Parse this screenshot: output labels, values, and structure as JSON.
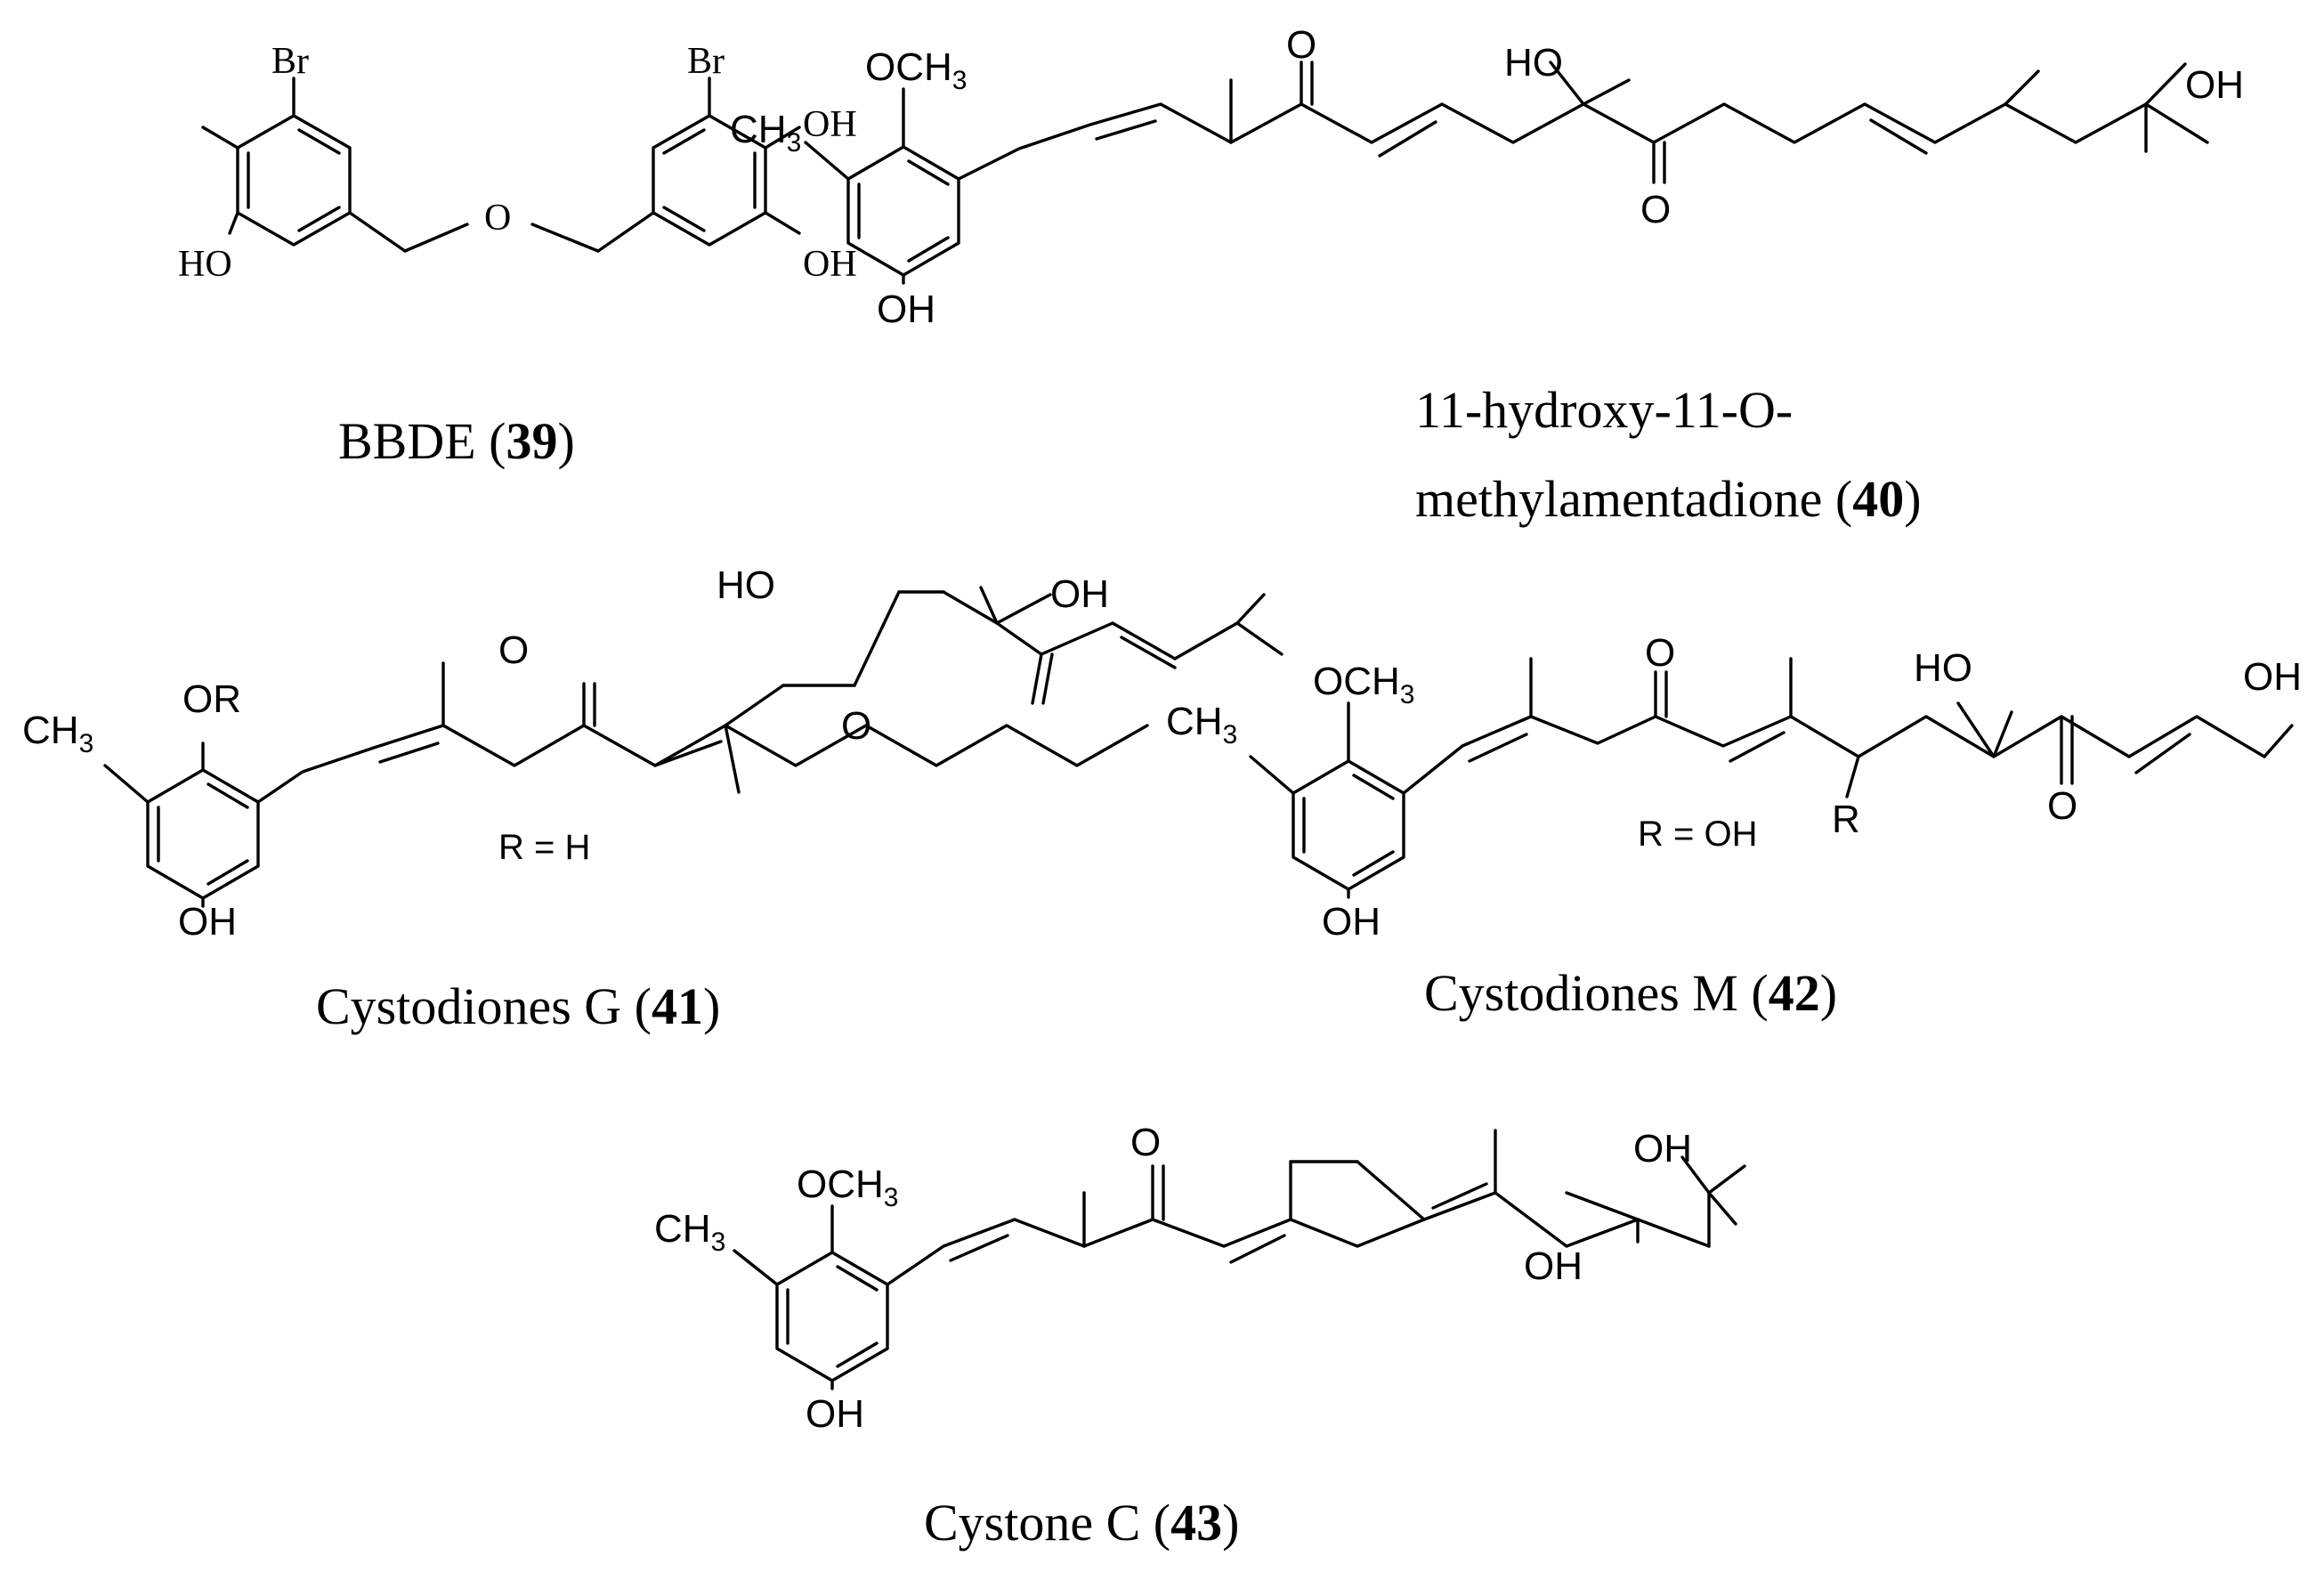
{
  "compounds": [
    {
      "id": "39",
      "caption_name": "BBDE (",
      "caption_number": "39",
      "caption_close": ")",
      "atoms": {
        "br_left": "Br",
        "br_right": "Br",
        "ho_left": "HO",
        "o_ether": "O",
        "oh_top": "OH",
        "oh_bottom": "OH"
      }
    },
    {
      "id": "40",
      "caption_line1": "11-hydroxy-11-O-",
      "caption_name": "methylamentadione (",
      "caption_number": "40",
      "caption_close": ")",
      "atoms": {
        "och3": "OCH",
        "ch3": "CH",
        "sub3": "3",
        "oh_ring": "OH",
        "o_ketone1": "O",
        "ho_quat": "HO",
        "o_ketone2": "O",
        "oh_end": "OH"
      }
    },
    {
      "id": "41",
      "caption_name": "Cystodiones G (",
      "caption_number": "41",
      "caption_close": ")",
      "r_note": "R = H",
      "atoms": {
        "or": "OR",
        "ch3": "CH",
        "sub3": "3",
        "oh_ring": "OH",
        "o_ketone1": "O",
        "ho_quat": "HO",
        "o_ketone2": "O",
        "oh_end": "OH"
      }
    },
    {
      "id": "42",
      "caption_name": "Cystodiones M (",
      "caption_number": "42",
      "caption_close": ")",
      "r_note": "R = OH",
      "atoms": {
        "och3": "OCH",
        "ch3": "CH",
        "sub3": "3",
        "oh_ring": "OH",
        "o_ketone1": "O",
        "r_sub": "R",
        "ho_quat": "HO",
        "o_ketone2": "O",
        "oh_end": "OH"
      }
    },
    {
      "id": "43",
      "caption_name": "Cystone C (",
      "caption_number": "43",
      "caption_close": ")",
      "atoms": {
        "och3": "OCH",
        "ch3": "CH",
        "sub3": "3",
        "oh_ring": "OH",
        "o_ketone": "O",
        "oh_mid": "OH",
        "oh_end": "OH"
      }
    }
  ]
}
